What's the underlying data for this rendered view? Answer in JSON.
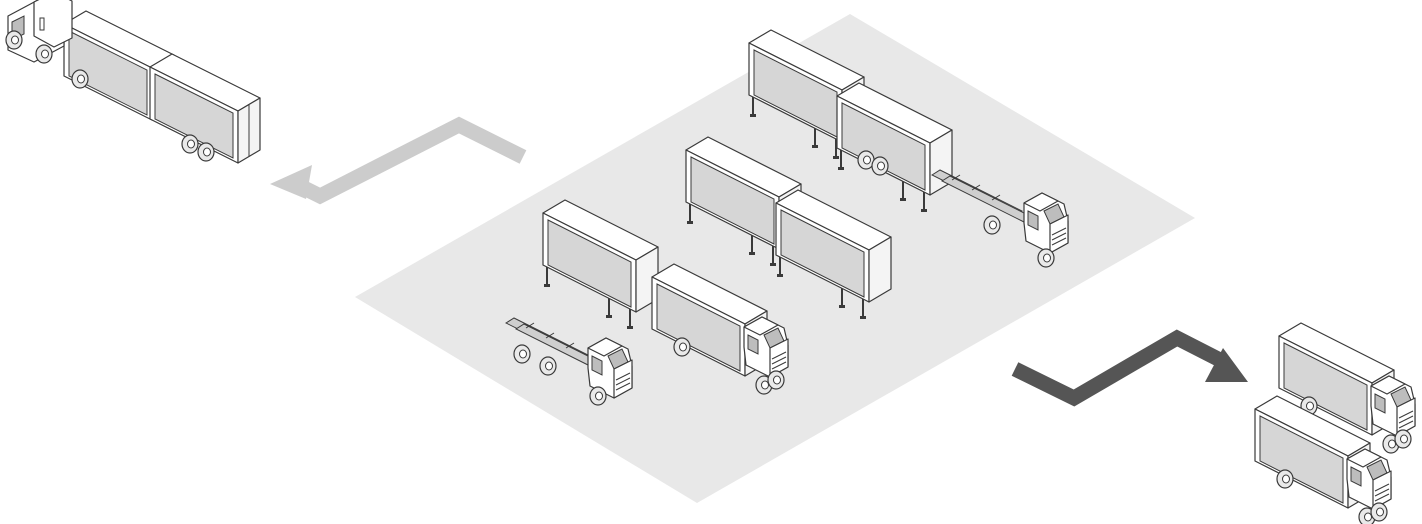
{
  "diagram": {
    "colors": {
      "background": "#ffffff",
      "yard": "#e8e8e8",
      "arrow_out": "#cccccc",
      "arrow_in": "#555555",
      "line": "#3a3a3a",
      "panel": "#d6d6d6"
    },
    "elements": {
      "yard": "drop-yard-area",
      "arrow_to_tractor": "light-gray-arrow-pointing-left",
      "arrow_to_box_trucks": "dark-gray-arrow-pointing-right",
      "tractor_trailer": "semi-truck-with-double-trailer",
      "parked_boxes": "demountable-cargo-boxes-on-legs",
      "box_trucks": "loaded-box-trucks",
      "chassis_trucks": "cab-chassis-trucks"
    }
  }
}
